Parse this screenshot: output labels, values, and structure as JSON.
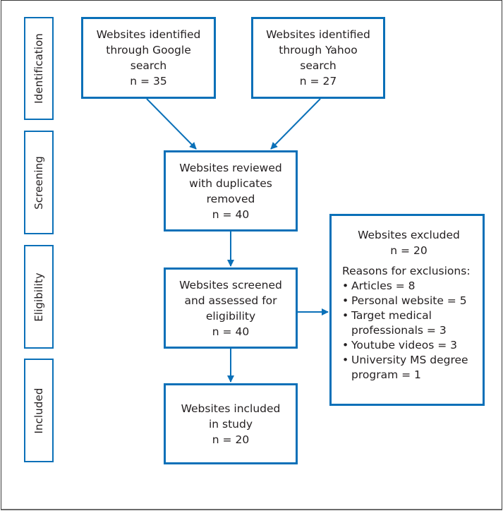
{
  "diagram": {
    "type": "PRISMA flow diagram",
    "accent_color": "#0a70b8",
    "stages": [
      {
        "id": "identification",
        "label": "Identification"
      },
      {
        "id": "screening",
        "label": "Screening"
      },
      {
        "id": "eligibility",
        "label": "Eligibility"
      },
      {
        "id": "included",
        "label": "Included"
      }
    ],
    "boxes": {
      "google": {
        "lines": [
          "Websites identified",
          "through Google",
          "search"
        ],
        "count": "n = 35"
      },
      "yahoo": {
        "lines": [
          "Websites identified",
          "through Yahoo",
          "search"
        ],
        "count": "n = 27"
      },
      "reviewed": {
        "lines": [
          "Websites reviewed",
          "with duplicates",
          "removed"
        ],
        "count": "n = 40"
      },
      "screened": {
        "lines": [
          "Websites screened",
          "and assessed for",
          "eligibility"
        ],
        "count": "n = 40"
      },
      "included": {
        "lines": [
          "Websites included",
          "in study"
        ],
        "count": "n = 20"
      },
      "excluded": {
        "title": "Websites excluded",
        "count": "n = 20",
        "reasons_title": "Reasons for exclusions:",
        "bullet_glyph": "•",
        "reasons": [
          {
            "lines": [
              "Articles = 8"
            ]
          },
          {
            "lines": [
              "Personal website = 5"
            ]
          },
          {
            "lines": [
              "Target medical",
              "professionals = 3"
            ]
          },
          {
            "lines": [
              "Youtube videos = 3"
            ]
          },
          {
            "lines": [
              "University MS degree",
              "program = 1"
            ]
          }
        ]
      }
    },
    "connectors": [
      {
        "from": "google",
        "to": "reviewed"
      },
      {
        "from": "yahoo",
        "to": "reviewed"
      },
      {
        "from": "reviewed",
        "to": "screened"
      },
      {
        "from": "screened",
        "to": "excluded"
      },
      {
        "from": "screened",
        "to": "included"
      }
    ]
  }
}
